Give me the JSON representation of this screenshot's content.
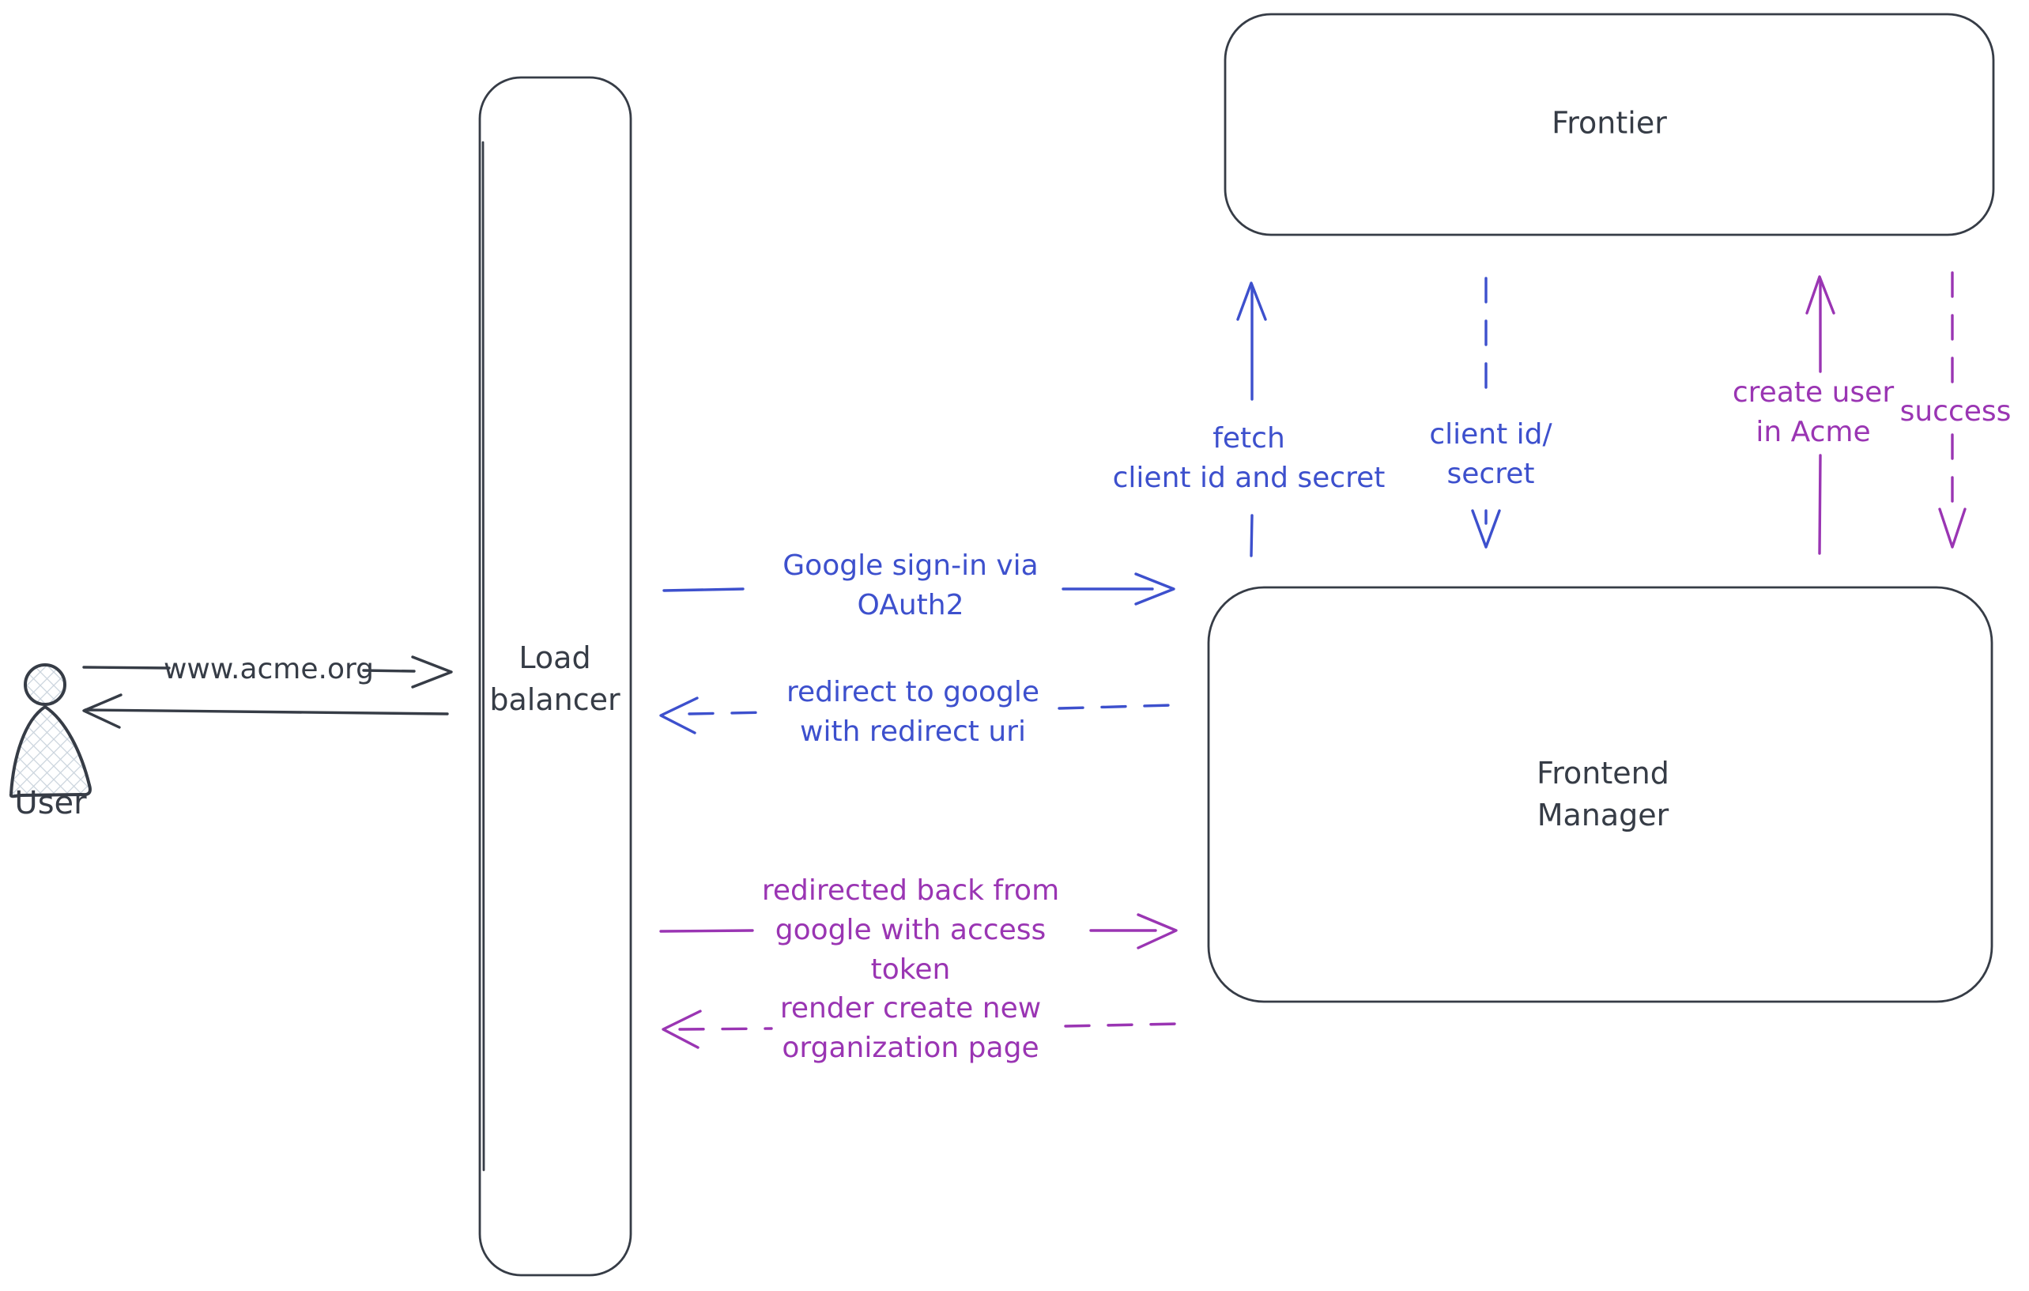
{
  "colors": {
    "background": "#ffffff",
    "dark": "#363c46",
    "blue": "#3d50cd",
    "purple": "#9a35b3",
    "hatch": "#ccd5de"
  },
  "nodes": {
    "user": {
      "label": "User",
      "shape": "person"
    },
    "load_balancer": {
      "label": "Load\nbalancer",
      "shape": "rounded-rectangle"
    },
    "frontier": {
      "label": "Frontier",
      "shape": "rounded-rectangle"
    },
    "frontend_manager": {
      "label": "Frontend\nManager",
      "shape": "rounded-rectangle"
    }
  },
  "edges": {
    "www_acme": {
      "label": "www.acme.org",
      "from": "User",
      "to": "Load balancer",
      "style": "solid",
      "color": "dark",
      "direction": "right"
    },
    "lb_response": {
      "label": "",
      "from": "Load balancer",
      "to": "User",
      "style": "solid",
      "color": "dark",
      "direction": "left"
    },
    "google_signin": {
      "label": "Google sign-in via\nOAuth2",
      "from": "Load balancer",
      "to": "Frontend Manager",
      "style": "solid",
      "color": "blue",
      "direction": "right"
    },
    "redirect_to_google": {
      "label": "redirect to google\nwith redirect uri",
      "from": "Frontend Manager",
      "to": "Load balancer",
      "style": "dashed",
      "color": "blue",
      "direction": "left"
    },
    "fetch_client": {
      "label": "fetch\nclient id and secret",
      "from": "Frontend Manager",
      "to": "Frontier",
      "style": "solid",
      "color": "blue",
      "direction": "up"
    },
    "client_id_secret": {
      "label": "client id/\nsecret",
      "from": "Frontier",
      "to": "Frontend Manager",
      "style": "dashed",
      "color": "blue",
      "direction": "down"
    },
    "create_user": {
      "label": "create user\nin Acme",
      "from": "Frontend Manager",
      "to": "Frontier",
      "style": "solid",
      "color": "purple",
      "direction": "up"
    },
    "success": {
      "label": "success",
      "from": "Frontier",
      "to": "Frontend Manager",
      "style": "dashed",
      "color": "purple",
      "direction": "down"
    },
    "redirected_back": {
      "label": "redirected back from\ngoogle with access\ntoken",
      "from": "Load balancer",
      "to": "Frontend Manager",
      "style": "solid",
      "color": "purple",
      "direction": "right"
    },
    "render_org_page": {
      "label": "render create new\norganization page",
      "from": "Frontend Manager",
      "to": "Load balancer",
      "style": "dashed",
      "color": "purple",
      "direction": "left"
    }
  }
}
